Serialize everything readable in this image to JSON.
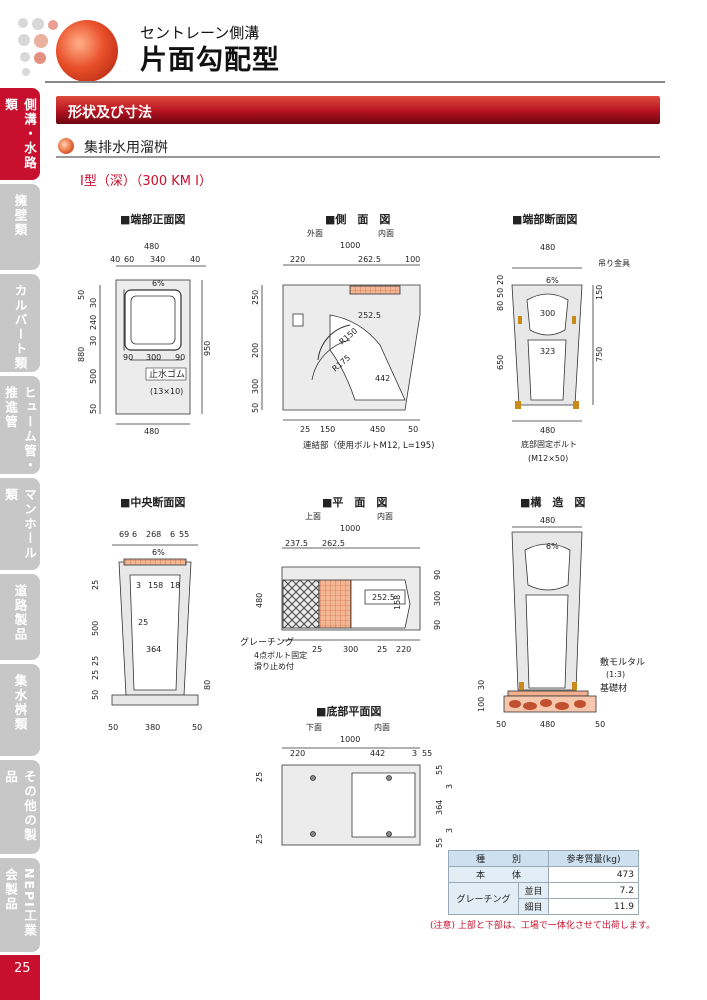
{
  "header": {
    "subtitle": "セントレーン側溝",
    "title": "片面勾配型"
  },
  "sidebar": {
    "items": [
      {
        "label": "側溝・水路類",
        "active": true
      },
      {
        "label": "擁壁類",
        "active": false
      },
      {
        "label": "カルバート類",
        "active": false
      },
      {
        "label": "ヒューム管・推進管",
        "active": false
      },
      {
        "label": "マンホール類",
        "active": false
      },
      {
        "label": "道路製品",
        "active": false
      },
      {
        "label": "集水桝類",
        "active": false
      },
      {
        "label": "その他の製品",
        "active": false
      },
      {
        "label": "NEPI工業会製品",
        "active": false
      }
    ],
    "page_number": "25"
  },
  "section": {
    "title": "形状及び寸法",
    "subtitle": "集排水用溜桝",
    "model": "Ⅰ型（深）（300 KM Ⅰ）"
  },
  "drawings": {
    "end_front": {
      "title": "■端部正面図",
      "rubber": "止水ゴム",
      "rubber_size": "(13×10)",
      "top": [
        "40",
        "60",
        "340",
        "40"
      ],
      "width": "480",
      "left": [
        "50",
        "30",
        "240",
        "30",
        "500",
        "50"
      ],
      "total": "880",
      "right": "950",
      "inner": [
        "90",
        "300",
        "90"
      ],
      "slope": "6%"
    },
    "side": {
      "title": "■側　面　図",
      "outer": "外面",
      "inner": "内面",
      "width": "1000",
      "top": [
        "220",
        "262.5",
        "100"
      ],
      "left": [
        "250",
        "200",
        "300",
        "50"
      ],
      "r1": "R150",
      "r2": "R175",
      "d1": "252.5",
      "d2": "442",
      "bottom": [
        "25",
        "150",
        "450",
        "50"
      ],
      "joint": "連結部（使用ボルトM12, L=195)"
    },
    "end_section": {
      "title": "■端部断面図",
      "hook": "吊り金具",
      "width": "480",
      "slope": "6%",
      "left": [
        "20",
        "50",
        "80"
      ],
      "left2": "650",
      "d1": "300",
      "d2": "323",
      "right1": "150",
      "right2": "750",
      "bottom": "480",
      "bolt": "底部固定ボルト",
      "bolt_size": "(M12×50)"
    },
    "center_section": {
      "title": "■中央断面図",
      "top": [
        "69",
        "6",
        "268",
        "6",
        "55"
      ],
      "slope": "6%",
      "inner": [
        "3",
        "158",
        "18"
      ],
      "left": [
        "25",
        "500",
        "25",
        "25",
        "50"
      ],
      "d1": "364",
      "bottom": [
        "50",
        "380",
        "50"
      ],
      "right": "80",
      "mid": "25"
    },
    "plan": {
      "title": "■平　面　図",
      "top_face": "上面",
      "inner": "内面",
      "width": "1000",
      "top": [
        "237.5",
        "262.5"
      ],
      "left": "480",
      "d1": "252.5",
      "d2": "158",
      "right": [
        "90",
        "300",
        "90"
      ],
      "bottom": [
        "25",
        "300",
        "25",
        "220"
      ],
      "grating": "グレーチング",
      "bolt": "4点ボルト固定",
      "bolt2": "滑り止め付"
    },
    "structure": {
      "title": "■構　造　図",
      "width": "480",
      "slope": "6%",
      "mortar": "敷モルタル",
      "mortar_ratio": "(1:3)",
      "base": "基礎材",
      "left": [
        "30",
        "100"
      ],
      "bottom": [
        "50",
        "480",
        "50"
      ]
    },
    "bottom_plan": {
      "title": "■底部平面図",
      "face": "下面",
      "inner": "内面",
      "width": "1000",
      "top": [
        "220",
        "442",
        "3",
        "55"
      ],
      "left": [
        "25",
        "25"
      ],
      "right": [
        "55",
        "3",
        "364",
        "3",
        "55"
      ]
    }
  },
  "table": {
    "head": [
      "種　　　別",
      "参考質量(kg)"
    ],
    "body": "本　　　体",
    "body_val": "473",
    "grating": "グレーチング",
    "fine": "並目",
    "fine_val": "7.2",
    "coarse": "細目",
    "coarse_val": "11.9"
  },
  "note": "(注意) 上部と下部は、工場で一体化させて出荷します。"
}
